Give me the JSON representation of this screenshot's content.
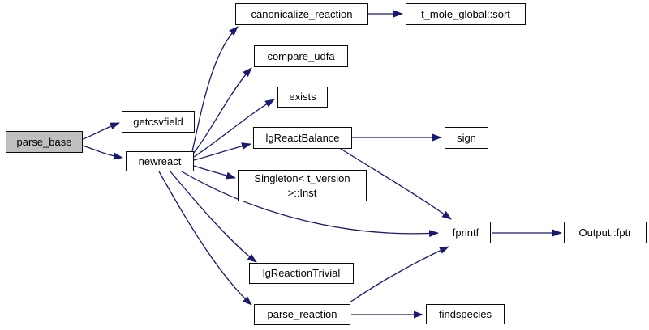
{
  "diagram": {
    "type": "call-graph",
    "edge_color": "#191970",
    "node_fill": "#ffffff",
    "node_border_color": "#0a0a0a",
    "highlight_fill": "#bfbfbf",
    "nodes": {
      "parse_base": {
        "label": "parse_base",
        "highlighted": true
      },
      "getcsvfield": {
        "label": "getcsvfield"
      },
      "newreact": {
        "label": "newreact"
      },
      "canonicalize_reaction": {
        "label": "canonicalize_reaction"
      },
      "t_mole_global_sort": {
        "label": "t_mole_global::sort"
      },
      "compare_udfa": {
        "label": "compare_udfa"
      },
      "exists": {
        "label": "exists"
      },
      "lgReactBalance": {
        "label": "lgReactBalance"
      },
      "sign": {
        "label": "sign"
      },
      "singleton_inst": {
        "label": "Singleton< t_version >::Inst"
      },
      "fprintf": {
        "label": "fprintf"
      },
      "output_fptr": {
        "label": "Output::fptr"
      },
      "lgReactionTrivial": {
        "label": "lgReactionTrivial"
      },
      "parse_reaction": {
        "label": "parse_reaction"
      },
      "findspecies": {
        "label": "findspecies"
      }
    },
    "edges": [
      {
        "from": "parse_base",
        "to": "getcsvfield"
      },
      {
        "from": "parse_base",
        "to": "newreact"
      },
      {
        "from": "newreact",
        "to": "canonicalize_reaction"
      },
      {
        "from": "newreact",
        "to": "compare_udfa"
      },
      {
        "from": "newreact",
        "to": "exists"
      },
      {
        "from": "newreact",
        "to": "lgReactBalance"
      },
      {
        "from": "newreact",
        "to": "singleton_inst"
      },
      {
        "from": "newreact",
        "to": "fprintf"
      },
      {
        "from": "newreact",
        "to": "lgReactionTrivial"
      },
      {
        "from": "newreact",
        "to": "parse_reaction"
      },
      {
        "from": "canonicalize_reaction",
        "to": "t_mole_global_sort"
      },
      {
        "from": "lgReactBalance",
        "to": "sign"
      },
      {
        "from": "lgReactBalance",
        "to": "fprintf"
      },
      {
        "from": "parse_reaction",
        "to": "fprintf"
      },
      {
        "from": "parse_reaction",
        "to": "findspecies"
      },
      {
        "from": "fprintf",
        "to": "output_fptr"
      }
    ]
  }
}
